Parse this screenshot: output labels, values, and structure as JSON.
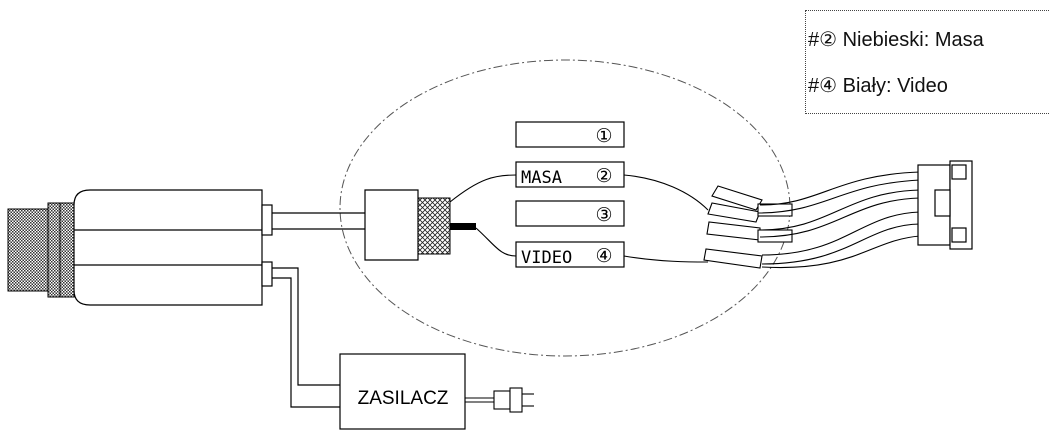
{
  "legend": {
    "line1": "#② Niebieski: Masa",
    "line2": "#④ Biały: Video"
  },
  "labels": {
    "pin1": "①",
    "pin2_text": "MASA",
    "pin2": "②",
    "pin3": "③",
    "pin4_text": "VIDEO",
    "pin4": "④",
    "power_supply": "ZASILACZ"
  }
}
